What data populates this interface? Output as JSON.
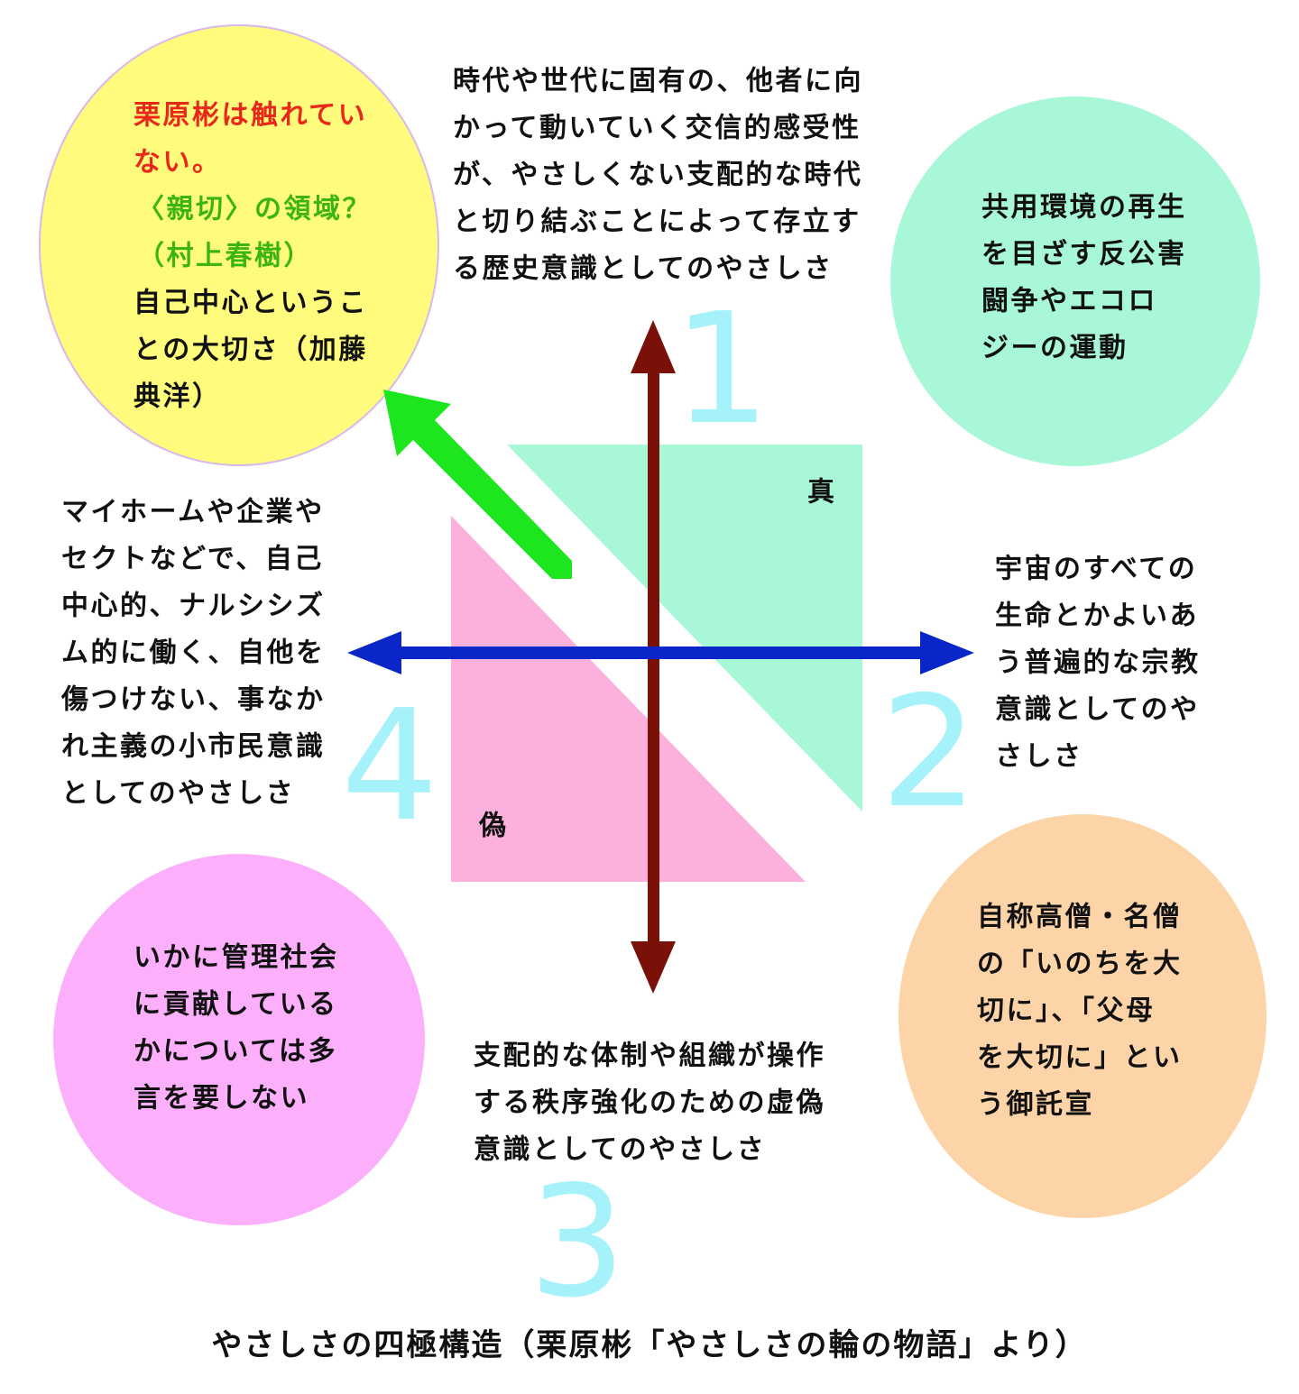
{
  "numbers": [
    "1",
    "2",
    "3",
    "4"
  ],
  "labels": {
    "true": "真",
    "false": "偽"
  },
  "top": [
    "時代や世代に固有の、他者に向",
    "かって動いていく交信的感受性",
    "が、やさしくない支配的な時代",
    "と切り結ぶことによって存立す",
    "る歴史意識としてのやさしさ"
  ],
  "right": [
    "宇宙のすべての",
    "生命とかよいあ",
    "う普遍的な宗教",
    "意識としてのや",
    "さしさ"
  ],
  "bottom": [
    "支配的な体制や組織が操作",
    "する秩序強化のための虚偽",
    "意識としてのやさしさ"
  ],
  "left": [
    "マイホームや企業や",
    "セクトなどで、自己",
    "中心的、ナルシシズ",
    "ム的に働く、自他を",
    "傷つけない、事なか",
    "れ主義の小市民意識",
    "としてのやさしさ"
  ],
  "yellow_circle": {
    "red": [
      "栗原彬は触れてい",
      "ない。"
    ],
    "green": [
      "〈親切〉の領域？",
      "（村上春樹）"
    ],
    "black": [
      "自己中心というこ",
      "との大切さ（加藤",
      "典洋）"
    ]
  },
  "green_circle": [
    "共用環境の再生",
    "を目ざす反公害",
    "闘争やエコロ",
    "ジーの運動"
  ],
  "pink_circle": [
    "いかに管理社会",
    "に貢献している",
    "かについては多",
    "言を要しない"
  ],
  "orange_circle": [
    "自称高僧・名僧",
    "の「いのちを大",
    "切に」、「父母",
    "を大切に」とい",
    "う御託宣"
  ],
  "caption": "やさしさの四極構造（栗原彬「やさしさの輪の物語」より）",
  "colors": {
    "yellow": "#fffb7c",
    "mint": "#a8f8d8",
    "pink_circle": "#fcb0fc",
    "orange": "#fcd4a8",
    "pink_triangle": "#fcb0dc",
    "vertical_axis": "#7a1008",
    "horizontal_axis": "#0a26c8",
    "green_arrow": "#1ee61e"
  }
}
